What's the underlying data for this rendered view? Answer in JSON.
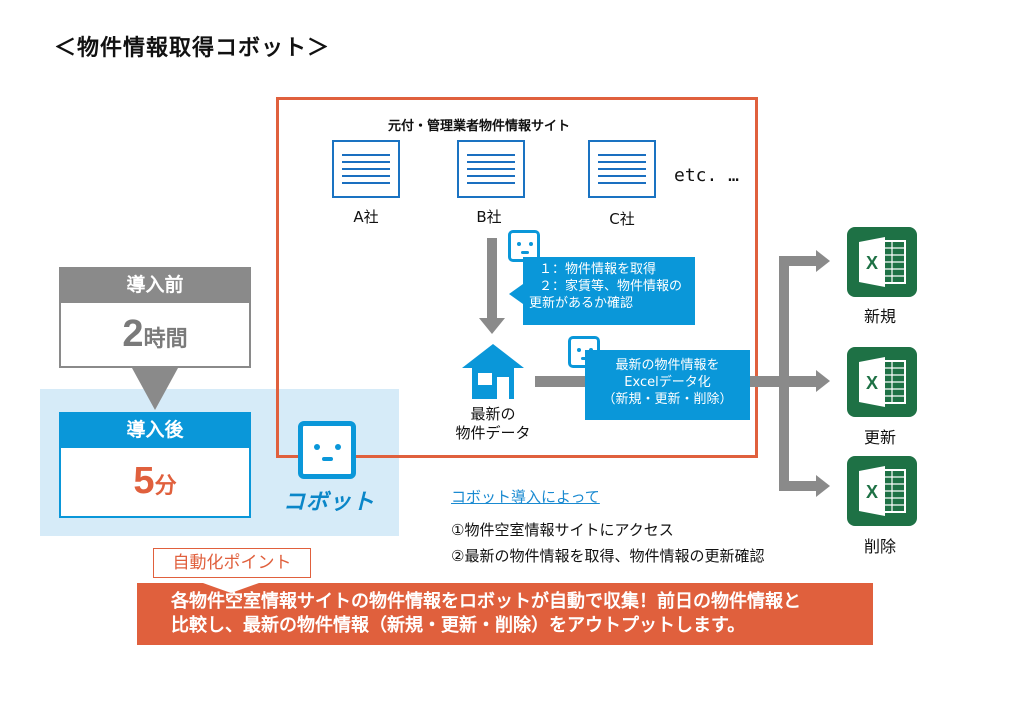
{
  "title": "＜物件情報取得コボット＞",
  "sites": {
    "header": "元付・管理業者物件情報サイト",
    "companies": [
      {
        "label": "A社",
        "icon": "document-icon"
      },
      {
        "label": "B社",
        "icon": "document-icon"
      },
      {
        "label": "C社",
        "icon": "document-icon"
      }
    ],
    "etc": "etc. …"
  },
  "step_bubble": {
    "lines": [
      "１：物件情報を取得",
      "２：家賃等、物件情報の",
      "更新があるか確認"
    ]
  },
  "house": {
    "icon": "house-icon",
    "label_lines": [
      "最新の",
      "物件データ"
    ]
  },
  "excel_bubble": {
    "lines": [
      "最新の物件情報を",
      "Excelデータ化",
      "（新規・更新・削除）"
    ]
  },
  "outputs": [
    {
      "label": "新規",
      "icon": "excel-icon"
    },
    {
      "label": "更新",
      "icon": "excel-icon"
    },
    {
      "label": "削除",
      "icon": "excel-icon"
    }
  ],
  "before": {
    "header": "導入前",
    "value": "2",
    "unit": "時間"
  },
  "after": {
    "header": "導入後",
    "value": "5",
    "unit": "分"
  },
  "brand": {
    "name": "コボット",
    "icon": "cobot-face-icon"
  },
  "effects": {
    "title": "コボット導入によって",
    "items": [
      "①物件空室情報サイトにアクセス",
      "②最新の物件情報を取得、物件情報の更新確認"
    ]
  },
  "automation_point": {
    "tag": "自動化ポイント",
    "lines": [
      "各物件空室情報サイトの物件情報をロボットが自動で収集！前日の物件情報と",
      "比較し、最新の物件情報（新規・更新・削除）をアウトプットします。"
    ]
  },
  "colors": {
    "accent_orange": "#e0603d",
    "accent_blue": "#0a97d9",
    "excel_green": "#1e7145",
    "arrow_gray": "#8a8a8a",
    "panel_light_blue": "#d6ebf8"
  }
}
